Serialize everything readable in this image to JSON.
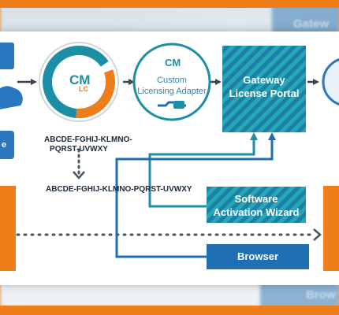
{
  "colors": {
    "accent_orange": "#ef7d1a",
    "teal": "#1c8fa6",
    "blue": "#1f6fb2",
    "dark_navy": "#17384f"
  },
  "nodes": {
    "cm_logo_main": "CM",
    "cm_logo_sub": "LC",
    "adapter_logo": "CM",
    "adapter_title": "Custom Licensing Adapter",
    "adapter_line1": "Custom",
    "adapter_line2": "Licensing Adapter",
    "portal_line1": "Gateway",
    "portal_line2": "License Portal",
    "wizard_line1": "Software",
    "wizard_line2": "Activation Wizard",
    "browser": "Browser",
    "left_partial_label": "e"
  },
  "ticket_codes": {
    "code_line1": "ABCDE-FGHIJ-KLMNO-",
    "code_line2": "PQRST-UVWXY",
    "code_full": "ABCDE-FGHIJ-KLMNO-PQRST-UVWXY"
  },
  "background": {
    "ghost_top_text": "Gatew",
    "ghost_bottom_text": "Brow"
  }
}
